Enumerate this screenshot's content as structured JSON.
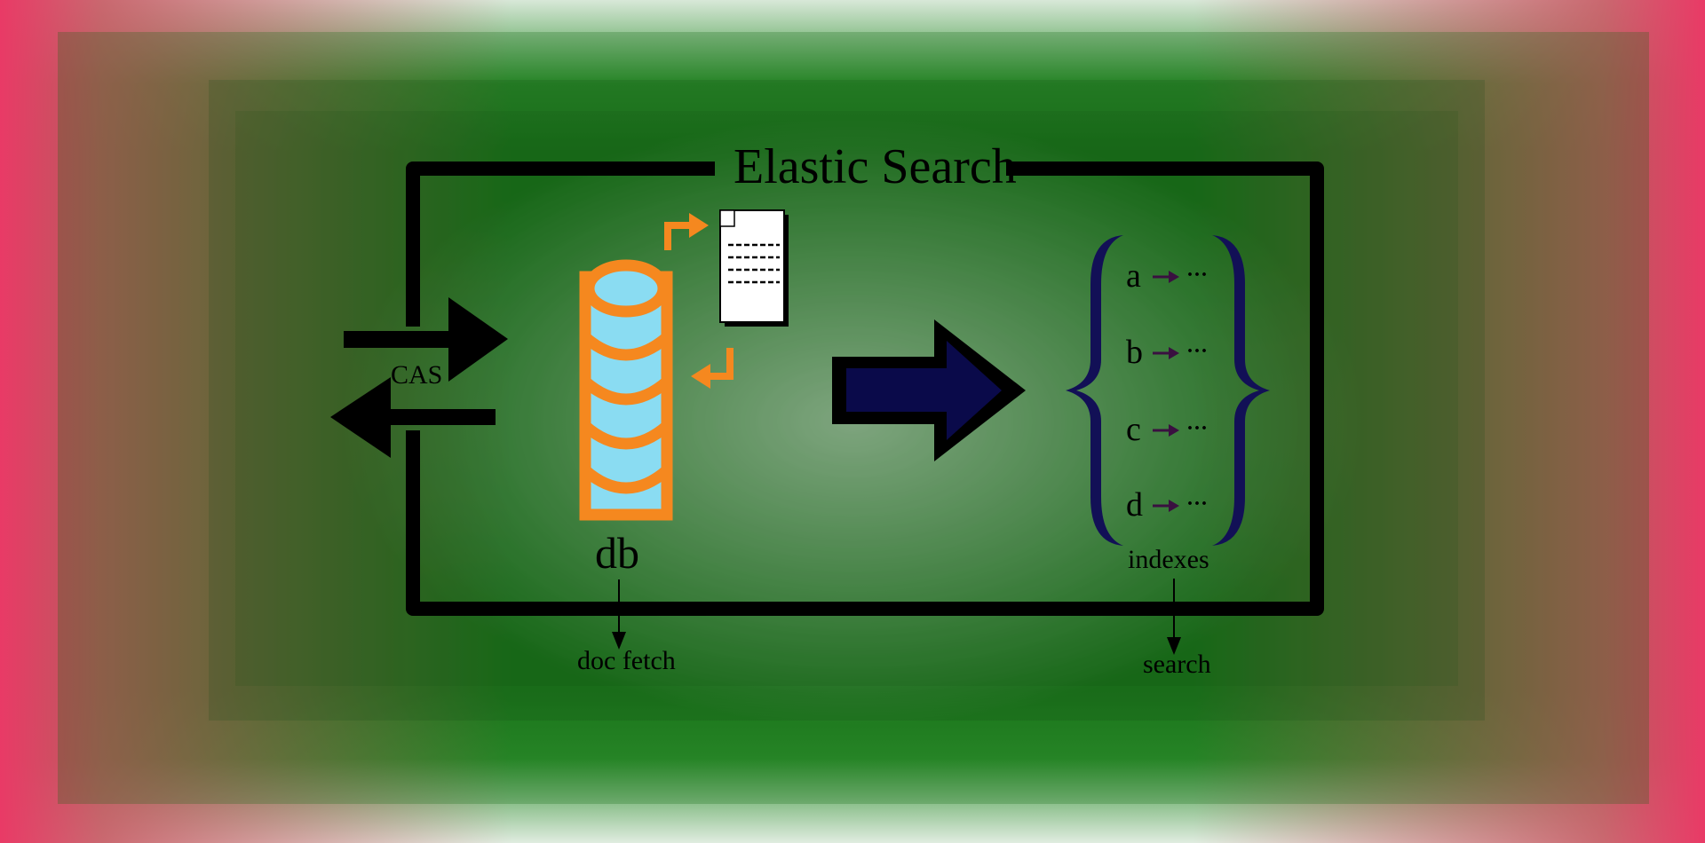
{
  "diagram": {
    "title": "Elastic Search",
    "cas_label": "CAS",
    "db_label": "db",
    "db_caption": "doc fetch",
    "index_keys": [
      "a",
      "b",
      "c",
      "d"
    ],
    "index_value": "···",
    "indexes_label": "indexes",
    "indexes_caption": "search"
  },
  "colors": {
    "frame": "#000000",
    "db_fill": "#8adcf2",
    "db_stroke": "#f5881f",
    "arrow_fill": "#0a0a4a",
    "brace": "#121056"
  },
  "icons": [
    "db-cylinder-icon",
    "document-icon",
    "right-arrow-icon",
    "left-arrow-icon",
    "big-right-arrow-icon",
    "brace-icon"
  ]
}
